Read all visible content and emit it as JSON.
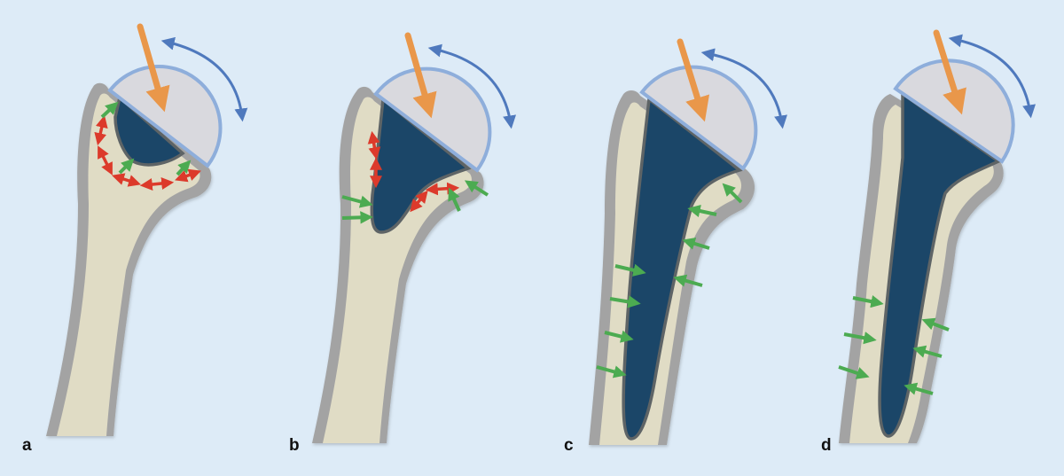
{
  "panels": [
    {
      "id": "a",
      "label": "a"
    },
    {
      "id": "b",
      "label": "b"
    },
    {
      "id": "c",
      "label": "c"
    },
    {
      "id": "d",
      "label": "d"
    }
  ],
  "colors": {
    "background": "#ddebf7",
    "cortex": "#a3a3a3",
    "cancellous_bone": "#e0dcc5",
    "implant_head": "#d9d9de",
    "implant_head_outline": "#8eaedb",
    "implant_stem": "#1b4668",
    "load_arrow": "#e9974a",
    "rotation_arrow": "#4f79bd",
    "micromotion_arrow": "#dc3a2b",
    "fixation_arrow": "#4cab51"
  },
  "icons": {
    "load": "load-arrow-icon",
    "rotation": "rotation-arrow-icon",
    "micromotion": "micromotion-arrow-icon",
    "fixation": "fixation-arrow-icon"
  }
}
